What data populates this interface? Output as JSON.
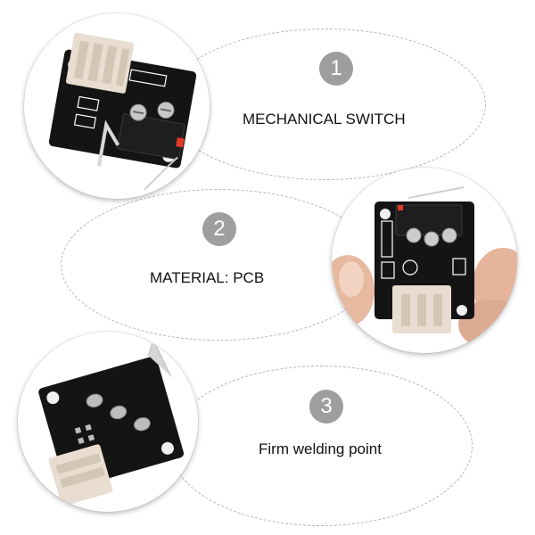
{
  "sections": [
    {
      "number": "1",
      "caption": "MECHANICAL SWITCH",
      "image": "mechanical-switch-module-photo"
    },
    {
      "number": "2",
      "caption": "MATERIAL: PCB",
      "image": "pcb-held-in-fingers-photo"
    },
    {
      "number": "3",
      "caption": "Firm welding point",
      "image": "pcb-back-solder-points-photo"
    }
  ],
  "colors": {
    "badge": "#9e9e9e",
    "pcb": "#141414",
    "dashed_line": "#b5b5b5",
    "connector": "#e8ddd0"
  }
}
